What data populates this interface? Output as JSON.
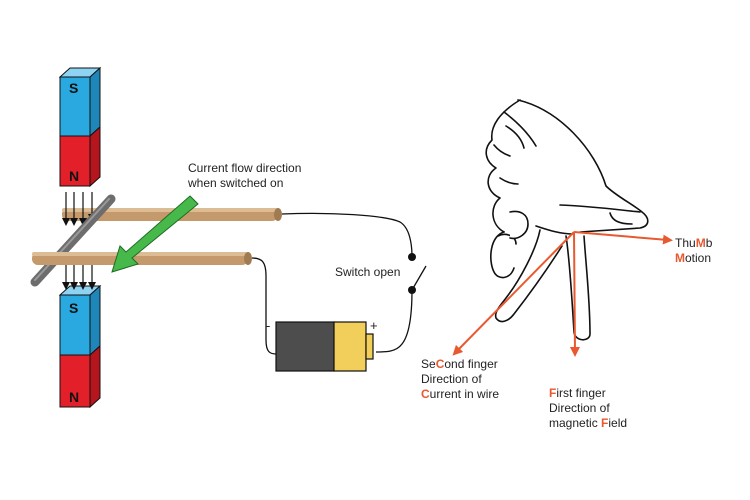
{
  "magnets": {
    "top": {
      "upper_pole": "S",
      "lower_pole": "N"
    },
    "bottom": {
      "upper_pole": "S",
      "lower_pole": "N"
    }
  },
  "labels": {
    "current_flow": [
      "Current flow direction",
      "when switched on"
    ],
    "switch": "Switch open",
    "battery_minus": "-",
    "battery_plus": "+",
    "thumb": {
      "line1": {
        "pre": "Thu",
        "em": "M",
        "post": "b"
      },
      "line2": {
        "pre": "",
        "em": "M",
        "post": "otion"
      }
    },
    "second_finger": {
      "line1": {
        "pre": "Se",
        "em": "C",
        "post": "ond finger"
      },
      "line2": "Direction of",
      "line3": {
        "pre": "",
        "em": "C",
        "post": "urrent in wire"
      }
    },
    "first_finger": {
      "line1": {
        "pre": "",
        "em": "F",
        "post": "irst finger"
      },
      "line2": "Direction of",
      "line3": {
        "pre": "magnetic ",
        "em": "F",
        "post": "ield"
      }
    }
  },
  "colors": {
    "magnet_blue": "#2aa8e0",
    "magnet_red": "#e3202a",
    "rail": "#c49a6c",
    "arrow_green": "#46b94a",
    "vector_orange": "#e8592f",
    "battery_dark": "#4d4d4d",
    "battery_yellow": "#f2cf5b"
  }
}
